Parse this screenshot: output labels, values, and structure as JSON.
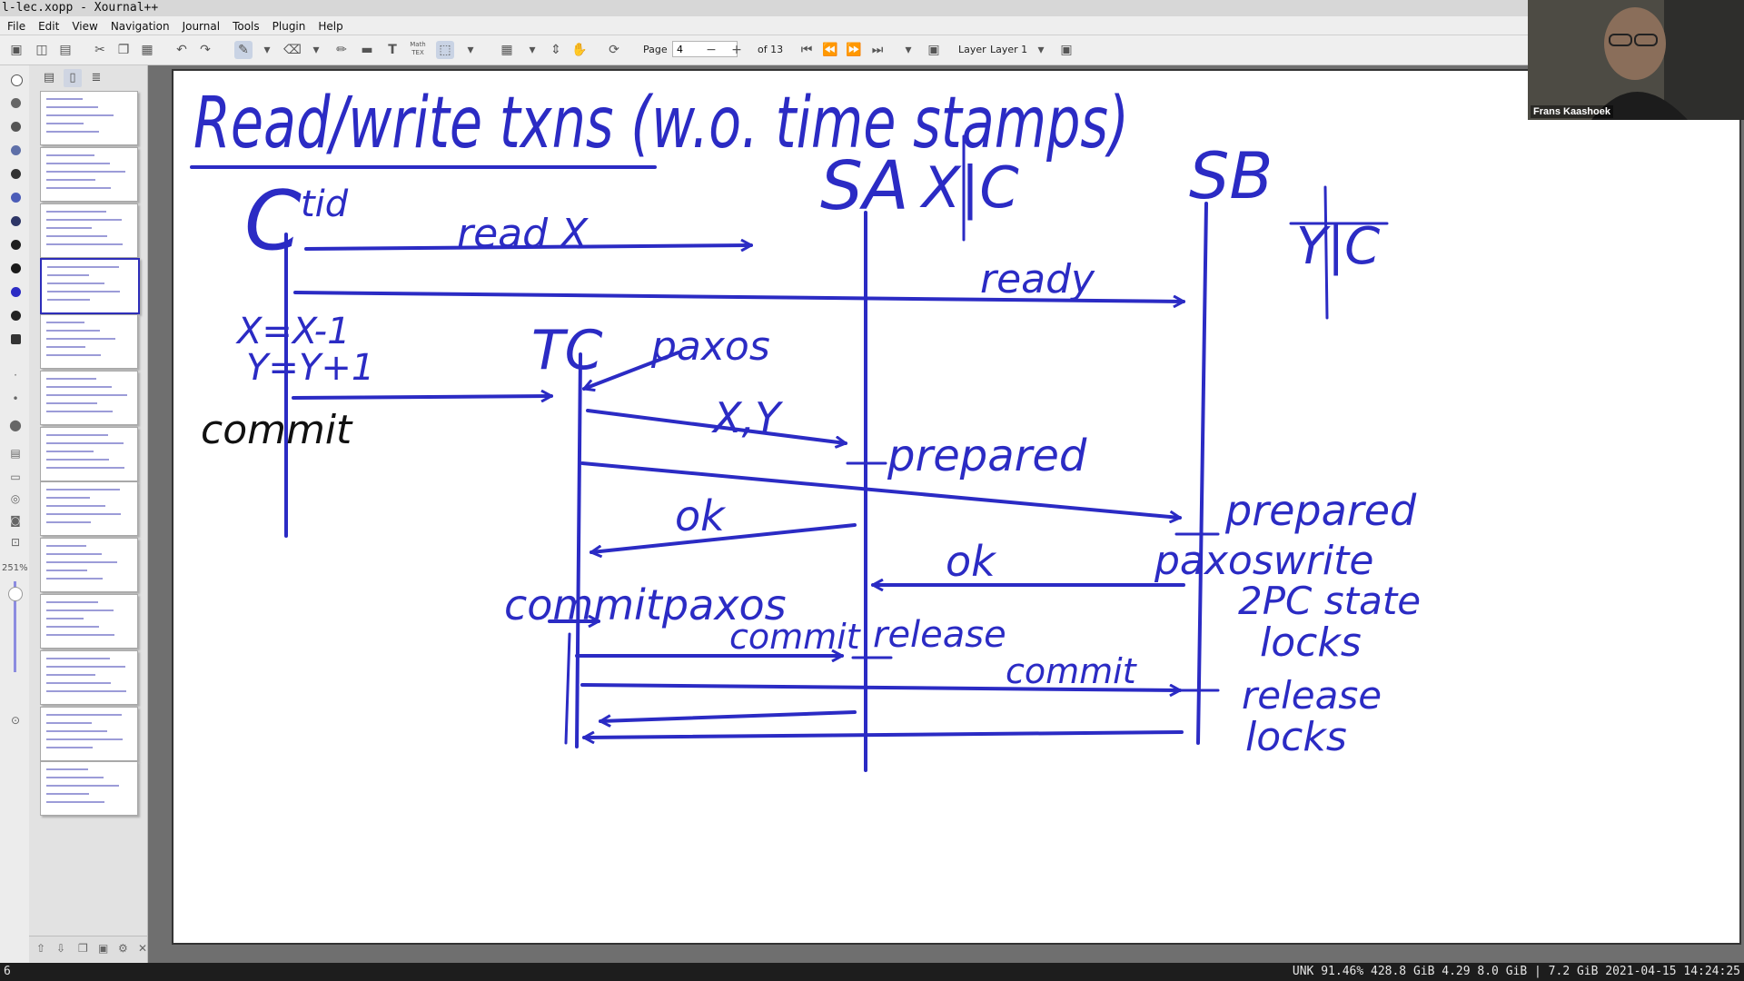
{
  "window": {
    "title": "l-lec.xopp - Xournal++"
  },
  "menu": [
    "File",
    "Edit",
    "View",
    "Navigation",
    "Journal",
    "Tools",
    "Plugin",
    "Help"
  ],
  "toolbar": {
    "page_label": "Page",
    "page_value": "4",
    "page_total": "of 13",
    "layer_label": "Layer",
    "layer_value": "Layer 1",
    "math_tex": "Math TEX"
  },
  "zoom": {
    "label": "251%"
  },
  "webcam": {
    "name": "Frans Kaashoek"
  },
  "status": {
    "workspace": "6",
    "system": "UNK 91.46% 428.8 GiB 4.29 8.0 GiB | 7.2 GiB 2021-04-15 14:24:25"
  },
  "ink_color": "#2b2bc4",
  "ink_black": "#111111",
  "note": {
    "title": "Read/write txns (w.o. time stamps)",
    "client": "C",
    "client_id": "tid",
    "server_a": "SA",
    "server_a_data": "X|C",
    "server_b": "SB",
    "server_b_data": "Y|C",
    "msg_read_x": "read X",
    "msg_read_y": "ready",
    "client_ops": [
      "X=X-1",
      "Y=Y+1"
    ],
    "client_commit": "commit",
    "coordinator": "TC",
    "paxos": "paxos",
    "msg_xy": "X,Y",
    "prepared_a": "prepared",
    "prepared_b": "prepared",
    "ok_a": "ok",
    "ok_b": "ok",
    "paxos_write": "paxoswrite",
    "two_pc_state": "2PC state",
    "locks": "locks",
    "commit_paxos": "commitpaxos",
    "commit_a": "commit",
    "release_a": "release",
    "commit_b": "commit",
    "release_locks": [
      "release",
      "locks"
    ]
  }
}
